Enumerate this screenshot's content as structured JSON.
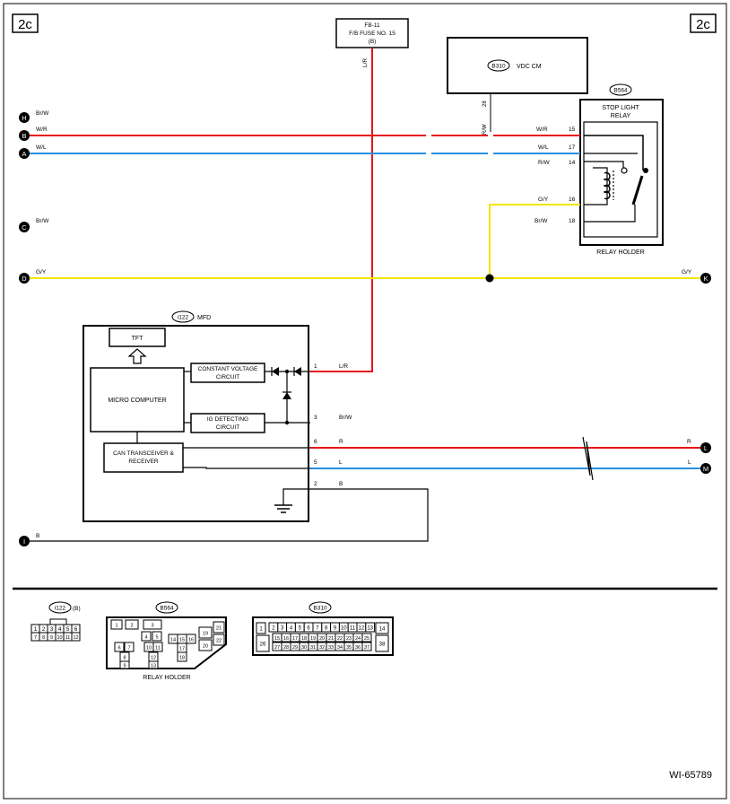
{
  "page_tag": "2c",
  "fuse": {
    "line1": "FB-11",
    "line2": "F/B FUSE NO. 15",
    "line3": "(B)",
    "wire": "L/R"
  },
  "vdc": {
    "connector": "B310",
    "name": "VDC CM",
    "pin": "28",
    "wire": "R/W"
  },
  "relay": {
    "connector": "B564",
    "name_line1": "STOP LIGHT",
    "name_line2": "RELAY",
    "holder_label": "RELAY HOLDER",
    "pins": [
      {
        "wire": "W/R",
        "pin": "15"
      },
      {
        "wire": "W/L",
        "pin": "17"
      },
      {
        "wire": "R/W",
        "pin": "14"
      },
      {
        "wire": "G/Y",
        "pin": "16"
      },
      {
        "wire": "Br/W",
        "pin": "18"
      }
    ]
  },
  "left_terminals": {
    "H": "Br/W",
    "B": "W/R",
    "A": "W/L",
    "C": "Br/W",
    "D": "G/Y",
    "I": "B"
  },
  "right_terminals": {
    "K": "G/Y",
    "L": "R",
    "M": "L"
  },
  "mfd": {
    "connector": "i122",
    "name": "MFD",
    "tft": "TFT",
    "micro": "MICRO COMPUTER",
    "cvc_line1": "CONSTANT VOLTAGE",
    "cvc_line2": "CIRCUIT",
    "igd_line1": "IG DETECTING",
    "igd_line2": "CIRCUIT",
    "can_line1": "CAN TRANSCEIVER &",
    "can_line2": "RECEIVER",
    "pins": [
      {
        "pin": "1",
        "wire": "L/R"
      },
      {
        "pin": "3",
        "wire": "Br/W"
      },
      {
        "pin": "6",
        "wire": "R"
      },
      {
        "pin": "5",
        "wire": "L"
      },
      {
        "pin": "2",
        "wire": "B"
      }
    ]
  },
  "connectors_bottom": {
    "i122": {
      "label": "i122",
      "suffix": "(B)",
      "row1": [
        "1",
        "2",
        "3",
        "4",
        "5",
        "6"
      ],
      "row2": [
        "7",
        "8",
        "9",
        "10",
        "11",
        "12"
      ]
    },
    "b564": {
      "label": "B564",
      "caption": "RELAY HOLDER",
      "cells": [
        "1",
        "2",
        "3",
        "4",
        "5",
        "6",
        "7",
        "8",
        "9",
        "10",
        "11",
        "12",
        "13",
        "14",
        "15",
        "16",
        "17",
        "18",
        "19",
        "20",
        "21",
        "22"
      ]
    },
    "b310": {
      "label": "B310",
      "row1": [
        "2",
        "3",
        "4",
        "5",
        "6",
        "7",
        "8",
        "9",
        "10",
        "11",
        "12",
        "13"
      ],
      "row2": [
        "15",
        "16",
        "17",
        "18",
        "19",
        "20",
        "21",
        "22",
        "23",
        "24",
        "25"
      ],
      "row3": [
        "27",
        "28",
        "29",
        "30",
        "31",
        "32",
        "33",
        "34",
        "35",
        "36",
        "37"
      ],
      "left_top": "1",
      "left_bottom": "26",
      "right_top": "14",
      "right_bottom": "38"
    }
  },
  "figure_id": "WI-65789",
  "colors": {
    "red": "#e8141a",
    "blue": "#2a8fe0",
    "yellow": "#f2e600",
    "black": "#000000"
  }
}
